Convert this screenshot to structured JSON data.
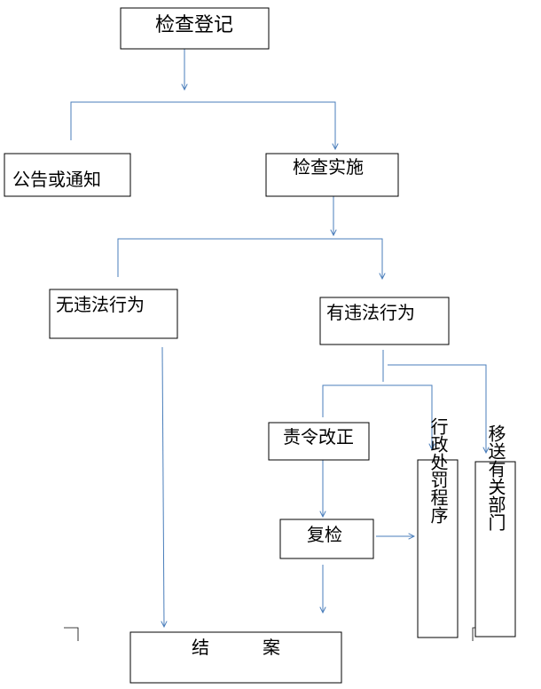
{
  "nodes": {
    "registration": "检查登记",
    "notice": "公告或通知",
    "implementation": "检查实施",
    "no_violation": "无违法行为",
    "violation": "有违法行为",
    "rectification": "责令改正",
    "recheck": "复检",
    "penalty": "行政处罚程序",
    "transfer": "移送有关部门",
    "close_case": "结　　　案"
  },
  "colors": {
    "arrow": "#4a7ebb",
    "box_border": "#000000"
  }
}
